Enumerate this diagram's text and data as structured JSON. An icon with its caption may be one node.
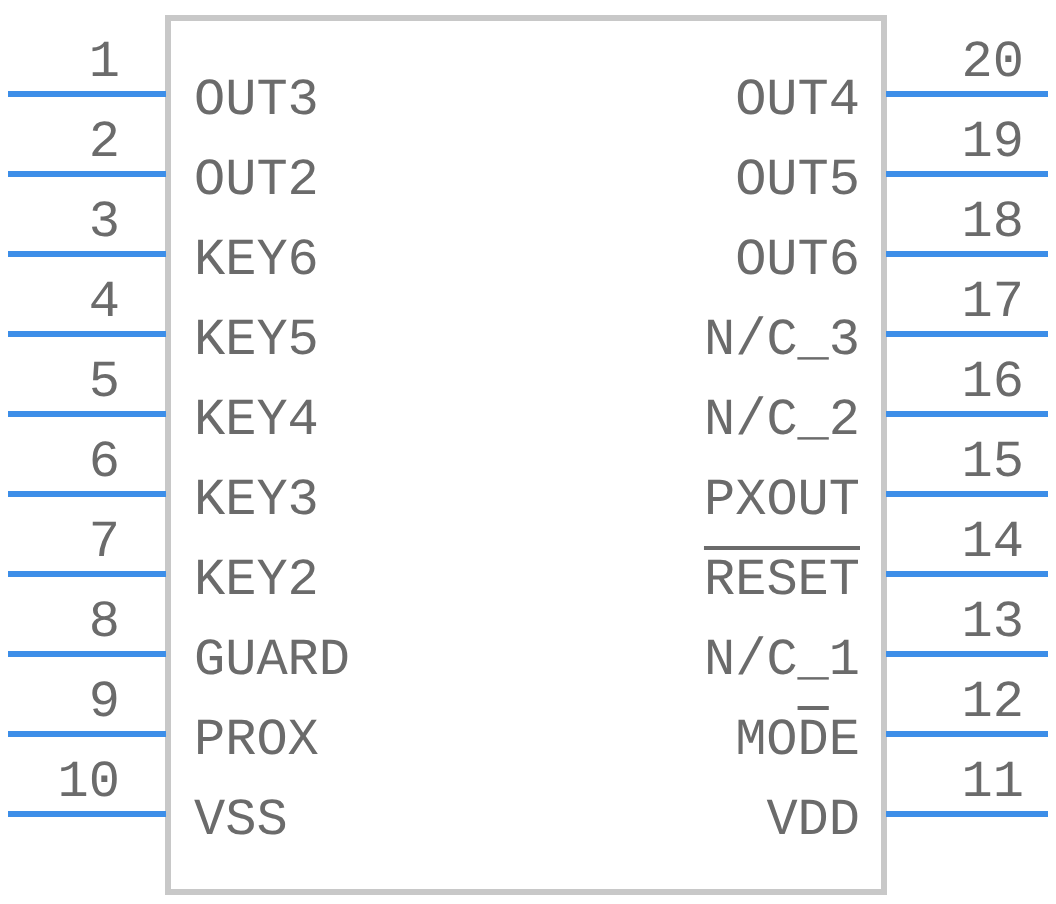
{
  "diagram": {
    "labels": [
      "1",
      "OUT3",
      "OUT4",
      "20",
      "2",
      "OUT2",
      "OUT5",
      "19",
      "3",
      "KEY6",
      "OUT6",
      "18",
      "4",
      "KEY5",
      "N/C_3",
      "17",
      "5",
      "KEY4",
      "N/C_2",
      "16",
      "6",
      "KEY3",
      "PXOUT",
      "15",
      "7",
      "KEY2",
      "RESET",
      "14",
      "8",
      "GUARD",
      "N/C_1",
      "13",
      "9",
      "PROX",
      "MODE",
      "12",
      "10",
      "VSS",
      "VDD",
      "11"
    ]
  }
}
